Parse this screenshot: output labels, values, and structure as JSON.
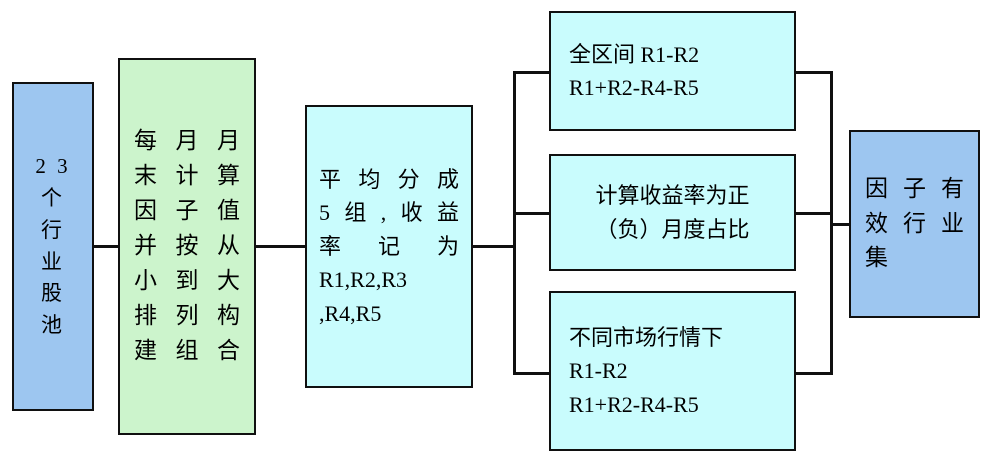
{
  "diagram": {
    "title": "factor-effectiveness-industry-flowchart",
    "colors": {
      "blue_fill": "#9DC6F0",
      "green_fill": "#CCF4CC",
      "cyan_fill": "#C9FCFD",
      "border": "#101010",
      "background": "#FFFFFF"
    },
    "nodes": {
      "pool": {
        "lines": [
          "2 3",
          "个",
          "行",
          "业",
          "股",
          "池"
        ],
        "fill": "#9DC6F0"
      },
      "rank": {
        "lines": [
          "每月月",
          "末计算",
          "因子值",
          "并按从",
          "小到大",
          "排列构",
          "建组合"
        ],
        "fill": "#CCF4CC"
      },
      "group": {
        "lines": [
          "平均分成",
          "5组,收益",
          "率 记 为",
          "R1,R2,R3",
          ",R4,R5"
        ],
        "fill": "#C9FCFD"
      },
      "full_period": {
        "lines": [
          "全区间 R1-R2",
          "R1+R2-R4-R5"
        ],
        "fill": "#C9FCFD"
      },
      "positive_ratio": {
        "lines": [
          "计算收益率为正",
          "（负）月度占比"
        ],
        "fill": "#C9FCFD"
      },
      "market_regime": {
        "lines": [
          "不同市场行情下",
          "R1-R2",
          "R1+R2-R4-R5"
        ],
        "fill": "#C9FCFD"
      },
      "result": {
        "lines": [
          "因子有",
          "效行业",
          "集"
        ],
        "fill": "#9DC6F0"
      }
    }
  }
}
